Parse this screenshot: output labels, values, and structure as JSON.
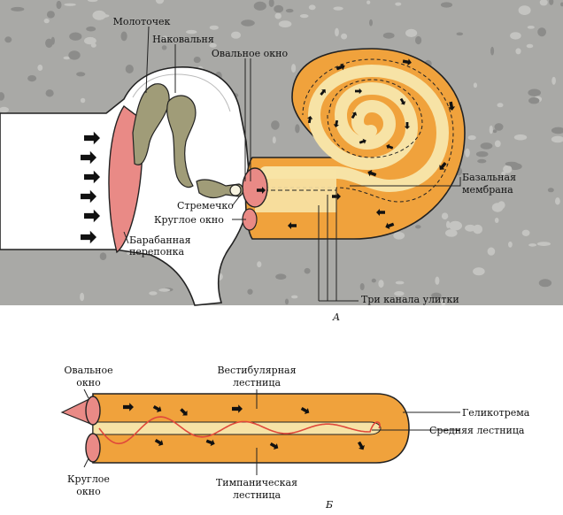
{
  "figure_a": {
    "caption": "А",
    "labels": {
      "malleus": "Молоточек",
      "incus": "Наковальня",
      "oval_window": "Овальное окно",
      "basilar_membrane_line1": "Базальная",
      "basilar_membrane_line2": "мембрана",
      "stapes": "Стремечко",
      "round_window": "Круглое окно",
      "eardrum_line1": "Барабанная",
      "eardrum_line2": "перепонка",
      "three_channels": "Три канала улитки"
    }
  },
  "figure_b": {
    "caption": "Б",
    "labels": {
      "oval_window_line1": "Овальное",
      "oval_window_line2": "окно",
      "vestibular_line1": "Вестибулярная",
      "vestibular_line2": "лестница",
      "helicotrema": "Геликотрема",
      "middle_scala": "Средняя лестница",
      "round_window_line1": "Круглое",
      "round_window_line2": "окно",
      "tympanic_line1": "Тимпаническая",
      "tympanic_line2": "лестница"
    }
  },
  "colors": {
    "bone": "#a9a9a6",
    "bone_spot": "#8c8c8a",
    "cochlea": "#f0a23c",
    "cochlea_light": "#f7e3a6",
    "eardrum": "#e98a86",
    "ossicle": "#a09c78",
    "outline": "#222222",
    "wave": "#e0483a"
  }
}
